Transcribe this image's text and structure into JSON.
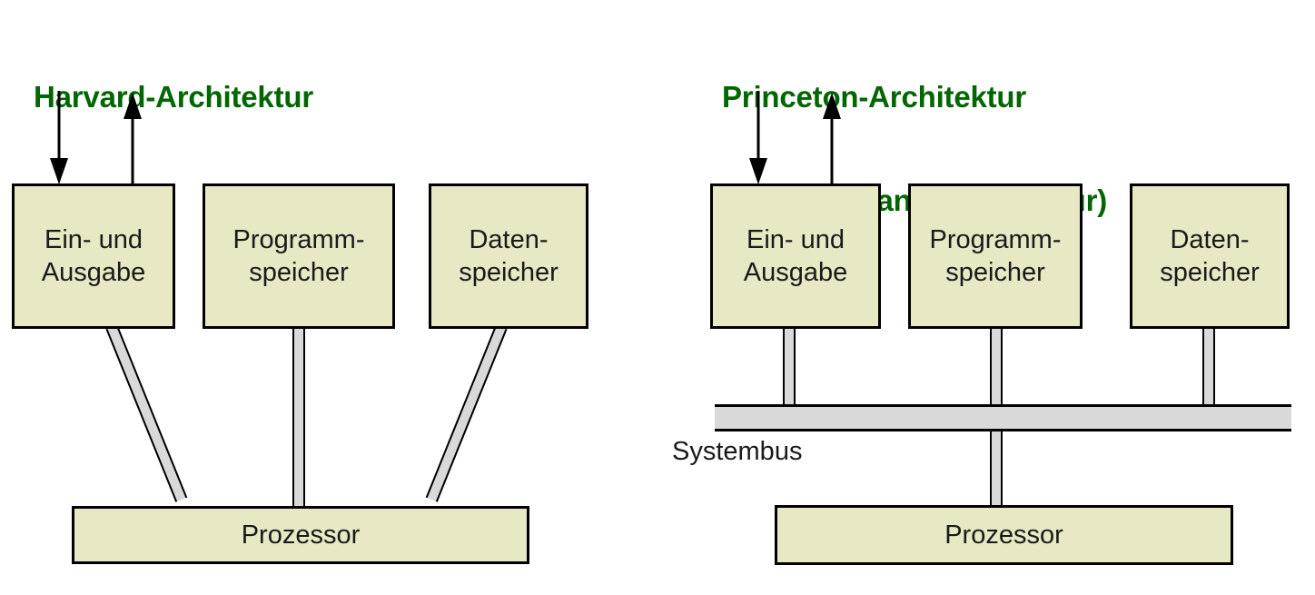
{
  "diagrams": [
    {
      "key": "harvard",
      "title_lines": [
        "Harvard-Architektur"
      ],
      "title_color": "#006600",
      "boxes": [
        {
          "lines": [
            "Ein- und",
            "Ausgabe"
          ]
        },
        {
          "lines": [
            "Programm-",
            "speicher"
          ]
        },
        {
          "lines": [
            "Daten-",
            "speicher"
          ]
        }
      ],
      "processor_label": "Prozessor",
      "arrows": [
        {
          "name": "input-arrow",
          "direction": "down"
        },
        {
          "name": "output-arrow",
          "direction": "up"
        }
      ],
      "bus_label": null
    },
    {
      "key": "princeton",
      "title_lines": [
        "Princeton-Architektur",
        "(von-Neumann-Architektur)"
      ],
      "title_color": "#006600",
      "boxes": [
        {
          "lines": [
            "Ein- und",
            "Ausgabe"
          ]
        },
        {
          "lines": [
            "Programm-",
            "speicher"
          ]
        },
        {
          "lines": [
            "Daten-",
            "speicher"
          ]
        }
      ],
      "processor_label": "Prozessor",
      "arrows": [
        {
          "name": "input-arrow",
          "direction": "down"
        },
        {
          "name": "output-arrow",
          "direction": "up"
        }
      ],
      "bus_label": "Systembus"
    }
  ],
  "colors": {
    "box_fill": "#E8E8C4",
    "box_border": "#000000",
    "connector_fill": "#D9D9D9",
    "title_green": "#006600",
    "text": "#1a1a1a",
    "background": "#ffffff"
  }
}
